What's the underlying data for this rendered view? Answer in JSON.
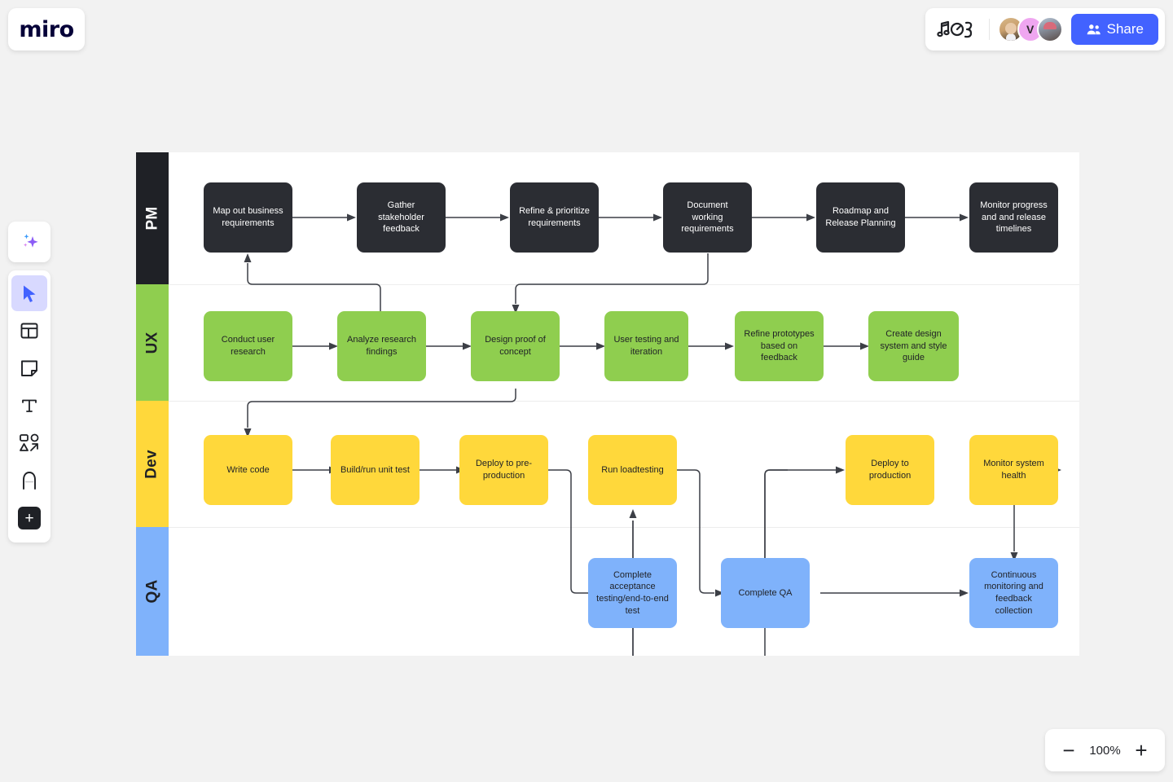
{
  "app": {
    "logo": "miro"
  },
  "topbar": {
    "doodle_icon": "music-doodle-icon",
    "share_label": "Share",
    "share_icon": "people-icon",
    "avatars": [
      {
        "name": "avatar-user-1",
        "initial": ""
      },
      {
        "name": "avatar-user-2",
        "initial": "V"
      },
      {
        "name": "avatar-user-3",
        "initial": ""
      }
    ]
  },
  "toolbar": {
    "items": [
      {
        "name": "ai-sparkles-icon",
        "label": "AI",
        "active": false
      },
      {
        "name": "cursor-select-icon",
        "label": "Select",
        "active": true
      },
      {
        "name": "templates-icon",
        "label": "Templates",
        "active": false
      },
      {
        "name": "sticky-note-icon",
        "label": "Sticky note",
        "active": false
      },
      {
        "name": "text-icon",
        "label": "Text",
        "active": false
      },
      {
        "name": "shapes-icon",
        "label": "Shapes",
        "active": false
      },
      {
        "name": "pen-icon",
        "label": "Pen",
        "active": false
      },
      {
        "name": "more-apps-icon",
        "label": "More apps",
        "active": false
      }
    ]
  },
  "zoom": {
    "minus": "−",
    "value": "100%",
    "plus": "+"
  },
  "colors": {
    "pm": "#2B2D33",
    "ux": "#8FCE4F",
    "dev": "#FFD83B",
    "qa": "#7FB2FB",
    "accent": "#4262FF",
    "connector": "#3C3F46",
    "canvas": "#F2F2F2"
  },
  "board": {
    "lanes": [
      {
        "id": "pm",
        "label": "PM"
      },
      {
        "id": "ux",
        "label": "UX"
      },
      {
        "id": "dev",
        "label": "Dev"
      },
      {
        "id": "qa",
        "label": "QA"
      }
    ],
    "nodes": [
      {
        "id": "pm1",
        "lane": "pm",
        "label": "Map out business requirements"
      },
      {
        "id": "pm2",
        "lane": "pm",
        "label": "Gather stakeholder feedback"
      },
      {
        "id": "pm3",
        "lane": "pm",
        "label": "Refine & prioritize requirements"
      },
      {
        "id": "pm4",
        "lane": "pm",
        "label": "Document working requirements"
      },
      {
        "id": "pm5",
        "lane": "pm",
        "label": "Roadmap and Release Planning"
      },
      {
        "id": "pm6",
        "lane": "pm",
        "label": "Monitor progress and  and release timelines"
      },
      {
        "id": "ux1",
        "lane": "ux",
        "label": "Conduct user research"
      },
      {
        "id": "ux2",
        "lane": "ux",
        "label": "Analyze research findings"
      },
      {
        "id": "ux3",
        "lane": "ux",
        "label": "Design proof of concept"
      },
      {
        "id": "ux4",
        "lane": "ux",
        "label": "User testing and iteration"
      },
      {
        "id": "ux5",
        "lane": "ux",
        "label": "Refine prototypes based on feedback"
      },
      {
        "id": "ux6",
        "lane": "ux",
        "label": "Create design system and style guide"
      },
      {
        "id": "dev1",
        "lane": "dev",
        "label": "Write code"
      },
      {
        "id": "dev2",
        "lane": "dev",
        "label": "Build/run unit test"
      },
      {
        "id": "dev3",
        "lane": "dev",
        "label": "Deploy to pre-production"
      },
      {
        "id": "dev4",
        "lane": "dev",
        "label": "Run loadtesting"
      },
      {
        "id": "dev5",
        "lane": "dev",
        "label": "Deploy to production"
      },
      {
        "id": "dev6",
        "lane": "dev",
        "label": "Monitor system health"
      },
      {
        "id": "qa1",
        "lane": "qa",
        "label": "Complete acceptance testing/end-to-end test"
      },
      {
        "id": "qa2",
        "lane": "qa",
        "label": "Complete QA"
      },
      {
        "id": "qa3",
        "lane": "qa",
        "label": "Continuous monitoring and feedback collection"
      }
    ]
  }
}
